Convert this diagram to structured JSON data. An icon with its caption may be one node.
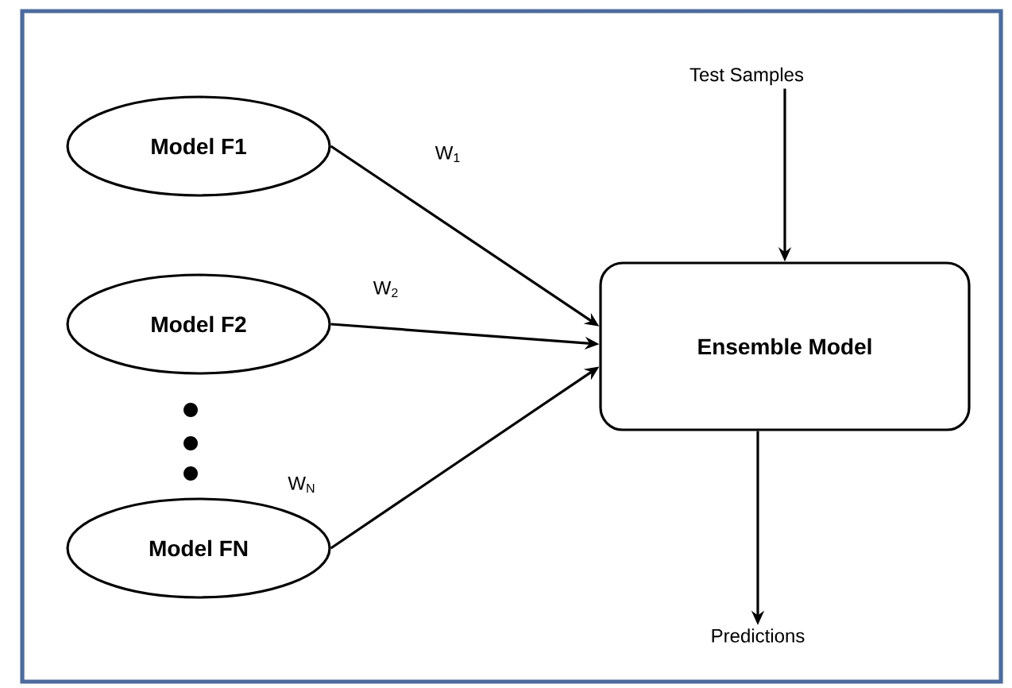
{
  "diagram": {
    "nodes": [
      {
        "text": [
          "Model F1"
        ]
      },
      {
        "text": [
          "Model F2"
        ]
      },
      {
        "text": [
          "Model FN"
        ]
      },
      {
        "text": [
          "Ensemble Model"
        ]
      },
      {
        "text": [
          "Test Samples"
        ]
      },
      {
        "text": [
          "Predictions"
        ]
      }
    ],
    "edges": [
      {
        "from": 0,
        "to": 3,
        "arrow": "to",
        "label": "W$_{1}$"
      },
      {
        "from": 1,
        "to": 3,
        "arrow": "to",
        "label": "W$_{2}$"
      },
      {
        "from": 2,
        "to": 3,
        "arrow": "to",
        "label": "W$_{N}$"
      },
      {
        "from": 4,
        "to": 3,
        "arrow": "to"
      },
      {
        "from": 3,
        "to": 5,
        "arrow": "to"
      }
    ]
  }
}
